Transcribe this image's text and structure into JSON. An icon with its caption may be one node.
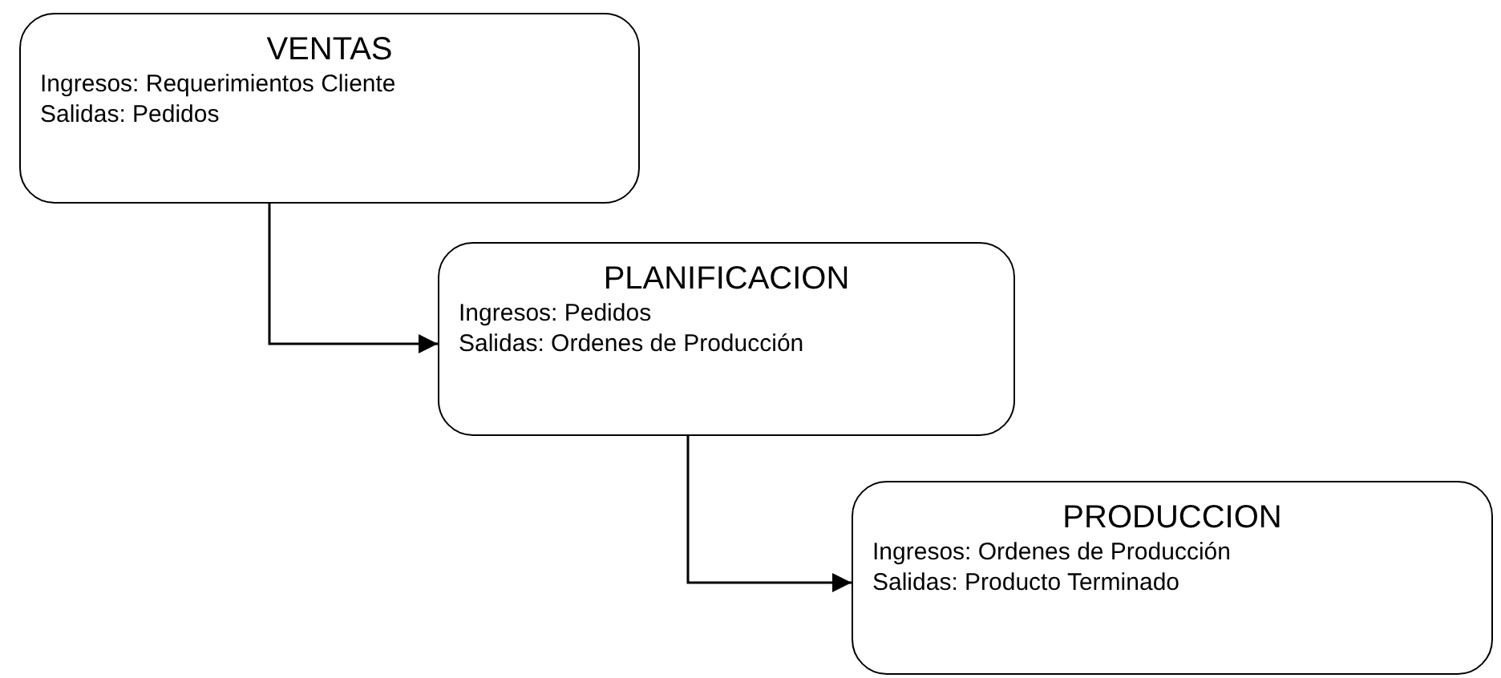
{
  "diagram": {
    "nodes": [
      {
        "text": [
          "VENTAS",
          "Ingresos: Requerimientos Cliente",
          "Salidas: Pedidos"
        ]
      },
      {
        "text": [
          "PLANIFICACION",
          "Ingresos: Pedidos",
          "Salidas: Ordenes de Producción"
        ]
      },
      {
        "text": [
          "PRODUCCION",
          "Ingresos: Ordenes de Producción",
          "Salidas: Producto Terminado"
        ]
      }
    ],
    "edges": [
      {
        "from": 0,
        "to": 1,
        "arrow": "to"
      },
      {
        "from": 1,
        "to": 2,
        "arrow": "to"
      }
    ]
  }
}
